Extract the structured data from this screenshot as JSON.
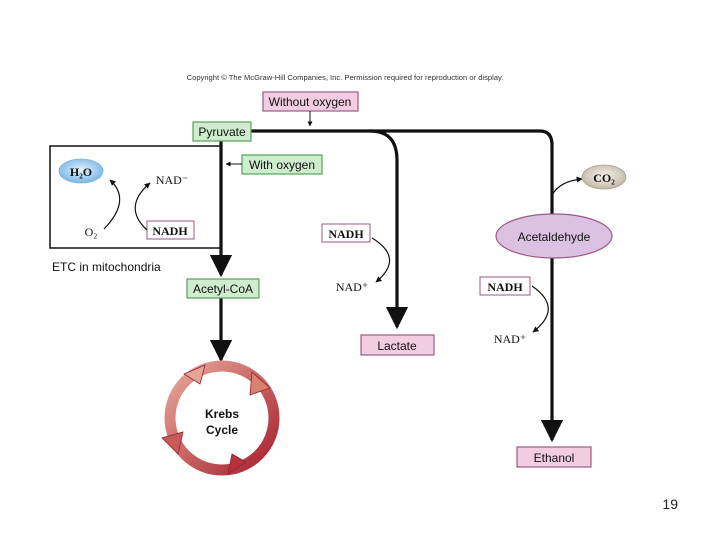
{
  "copyright": "Copyright © The McGraw-Hill Companies, Inc. Permission required for reproduction or display.",
  "nodes": {
    "without_oxygen": "Without oxygen",
    "pyruvate": "Pyruvate",
    "with_oxygen": "With oxygen",
    "acetyl_coa": "Acetyl-CoA",
    "lactate": "Lactate",
    "acetaldehyde": "Acetaldehyde",
    "ethanol": "Ethanol",
    "co2": "CO₂",
    "krebs_line1": "Krebs",
    "krebs_line2": "Cycle"
  },
  "etc": {
    "h2o": "H₂O",
    "nad_minus": "NAD⁻",
    "o2": "O₂",
    "nadh": "NADH",
    "caption": "ETC in mitochondria"
  },
  "lactate_branch": {
    "nadh": "NADH",
    "nad_plus": "NAD⁺"
  },
  "ethanol_branch": {
    "nadh": "NADH",
    "nad_plus": "NAD⁺"
  },
  "colors": {
    "green_box": "#cfeccf",
    "green_border": "#5aa05a",
    "pink_box": "#f2cce0",
    "pink_border": "#9c5a80",
    "acetaldehyde_fill": "#dcc2e2",
    "h2o_fill": "#a9d4f2",
    "co2_fill": "#e4ddd0",
    "krebs_ring": "#b8323e"
  },
  "page_number": "19"
}
